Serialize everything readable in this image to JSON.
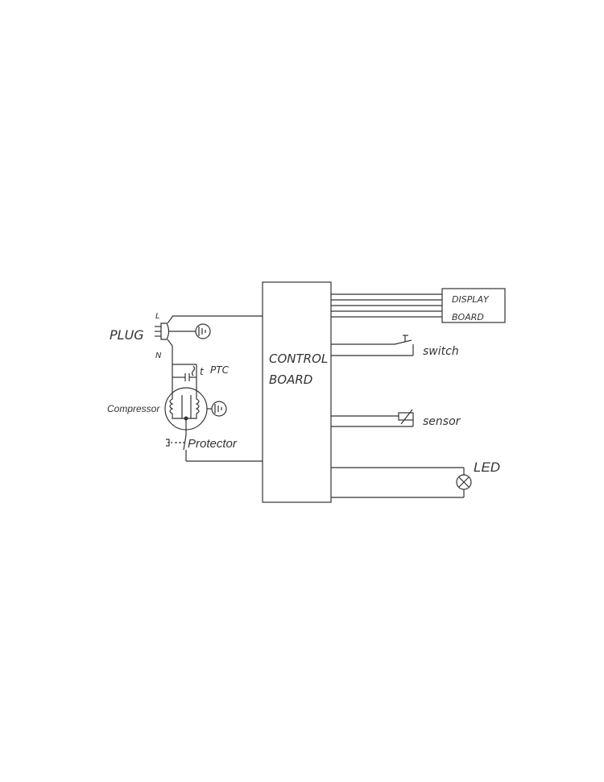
{
  "diagram": {
    "labels": {
      "plug": "PLUG",
      "line": "L",
      "neutral": "N",
      "ptc": "PTC",
      "compressor": "Compressor",
      "protector": "Protector",
      "control_line1": "CONTROL",
      "control_line2": "BOARD",
      "display_line1": "DISPLAY",
      "display_line2": "BOARD",
      "switch": "switch",
      "sensor": "sensor",
      "led": "LED",
      "ptc_symbol": "t"
    },
    "colors": {
      "line": "#333333",
      "background": "#ffffff"
    }
  }
}
